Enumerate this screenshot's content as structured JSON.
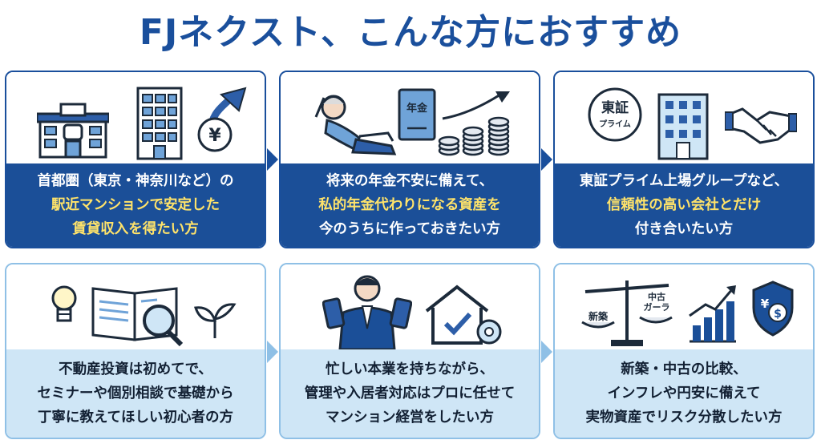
{
  "title": "FJネクスト、こんな方におすすめ",
  "colors": {
    "primary": "#1b4f98",
    "highlight": "#ffe36a",
    "light_band": "#cfe6f6"
  },
  "cards": [
    {
      "icons": [
        "station-building-icon",
        "apartment-building-icon",
        "yen-rising-icon"
      ],
      "lines": [
        "首都圏（東京・神奈川など）の",
        "駅近マンションで安定した",
        "賃貸収入を得たい方"
      ]
    },
    {
      "icons": [
        "relaxing-senior-icon",
        "pension-book-icon",
        "coin-stacks-growth-icon"
      ],
      "pension_book_label": "年金",
      "lines": [
        "将来の年金不安に備えて、",
        "私的年金代わりになる資産を",
        "今のうちに作っておきたい方"
      ]
    },
    {
      "icons": [
        "tse-prime-badge-icon",
        "office-building-icon",
        "handshake-icon"
      ],
      "badge_main": "東証",
      "badge_sub": "プライム",
      "lines": [
        "東証プライム上場グループなど、",
        "信頼性の高い会社とだけ",
        "付き合いたい方"
      ]
    },
    {
      "icons": [
        "lightbulb-icon",
        "open-book-magnifier-icon",
        "sprout-icon"
      ],
      "lines": [
        "不動産投資は初めてで、",
        "セミナーや個別相談で基礎から",
        "丁寧に教えてほしい初心者の方"
      ]
    },
    {
      "icons": [
        "businessman-phones-icon",
        "house-check-gear-icon"
      ],
      "lines": [
        "忙しい本業を持ちながら、",
        "管理や入居者対応はプロに任せて",
        "マンション経営をしたい方"
      ]
    },
    {
      "icons": [
        "balance-scale-icon",
        "bar-chart-growth-icon",
        "yen-dollar-shield-icon"
      ],
      "scale_left": "新築",
      "scale_right": "中古\nガーラ",
      "lines": [
        "新築・中古の比較、",
        "インフレや円安に備えて",
        "実物資産でリスク分散したい方"
      ]
    }
  ]
}
